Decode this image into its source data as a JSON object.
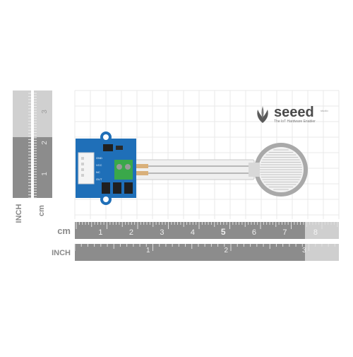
{
  "brand": {
    "name": "seeed",
    "tagline": "The IoT Hardware Enabler",
    "mini": "studio"
  },
  "board": {
    "labels": [
      "GND",
      "VCC",
      "NC",
      "OUT"
    ],
    "color": "#1f6fb8",
    "terminal_color": "#3aa84a"
  },
  "vertical_ruler": {
    "unit_cm": "cm",
    "unit_inch": "INCH",
    "inch_ticks": [
      "1",
      "2",
      "3"
    ]
  },
  "horizontal_ruler": {
    "unit_cm": "cm",
    "unit_inch": "INCH",
    "cm_ticks": [
      "1",
      "2",
      "3",
      "4",
      "5",
      "6",
      "7",
      "8"
    ],
    "inch_ticks": [
      "1",
      "2",
      "3"
    ]
  },
  "colors": {
    "ruler_fill": "#8c8c8c",
    "ruler_light": "#c8c8c8",
    "grid": "#e6e6e6",
    "sensor_gray": "#a9a9a9"
  }
}
